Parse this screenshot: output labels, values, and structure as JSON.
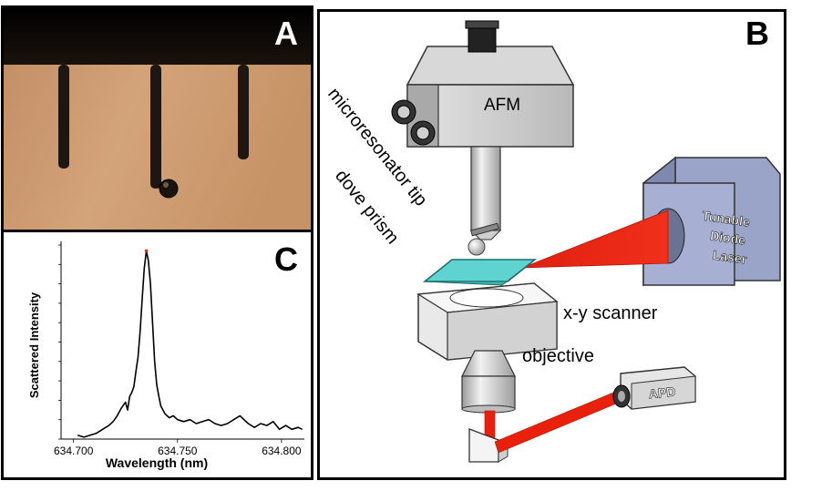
{
  "panels": {
    "a": {
      "letter": "A"
    },
    "b": {
      "letter": "B"
    },
    "c": {
      "letter": "C"
    }
  },
  "diagram": {
    "afm": "AFM",
    "microresonator_tip": "microresonator tip",
    "dove_prism": "dove prism",
    "laser_line1": "Tunable",
    "laser_line2": "Diode",
    "laser_line3": "Laser",
    "scanner": "x-y scanner",
    "objective": "objective",
    "apd": "APD"
  },
  "colors": {
    "laser_beam": "#e8200c",
    "prism": "#5fd3d0",
    "laser_box": "#9aa3c8",
    "hardware": "#c8c8c8"
  },
  "chart_data": {
    "type": "line",
    "xlabel": "Wavelength (nm)",
    "ylabel": "Scattered Intensity",
    "xlim": [
      634.694,
      634.811
    ],
    "ylim": [
      0,
      1.0
    ],
    "x_ticks": [
      634.7,
      634.75,
      634.8
    ],
    "x_tick_labels": [
      "634.700",
      "634.750",
      "634.800"
    ],
    "series": [
      {
        "x": [
          634.702,
          634.705,
          634.708,
          634.711,
          634.714,
          634.717,
          634.719,
          634.721,
          634.723,
          634.725,
          634.726,
          634.727,
          634.728,
          634.729,
          634.73,
          634.731,
          634.732,
          634.733,
          634.734,
          634.735,
          634.736,
          634.737,
          634.738,
          634.739,
          634.74,
          634.741,
          634.742,
          634.744,
          634.746,
          634.748,
          634.75,
          634.753,
          634.756,
          634.759,
          634.762,
          634.765,
          634.768,
          634.771,
          634.774,
          634.777,
          634.78,
          634.782,
          634.784,
          634.787,
          634.79,
          634.793,
          634.796,
          634.799,
          634.802,
          634.805,
          634.808,
          634.81
        ],
        "y": [
          0.02,
          0.01,
          0.02,
          0.03,
          0.05,
          0.07,
          0.09,
          0.12,
          0.16,
          0.19,
          0.15,
          0.22,
          0.24,
          0.27,
          0.35,
          0.42,
          0.55,
          0.72,
          0.88,
          0.97,
          0.92,
          0.8,
          0.6,
          0.4,
          0.28,
          0.22,
          0.17,
          0.13,
          0.11,
          0.12,
          0.1,
          0.09,
          0.1,
          0.08,
          0.09,
          0.1,
          0.08,
          0.07,
          0.08,
          0.1,
          0.12,
          0.1,
          0.08,
          0.06,
          0.08,
          0.07,
          0.09,
          0.05,
          0.07,
          0.05,
          0.06,
          0.05
        ]
      }
    ]
  }
}
